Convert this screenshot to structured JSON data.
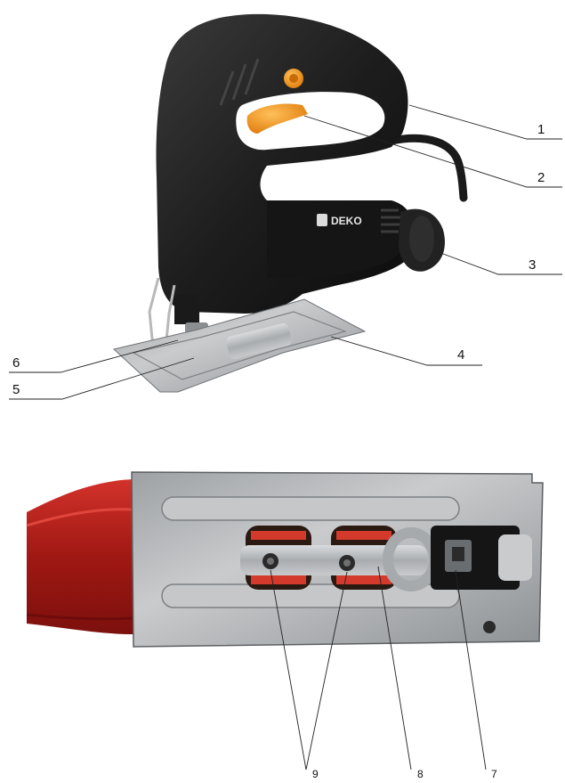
{
  "top_figure": {
    "product": "jigsaw",
    "brand_text": "DEKO",
    "callouts": [
      "1",
      "2",
      "3",
      "4",
      "5",
      "6"
    ]
  },
  "bottom_figure": {
    "subject": "base plate, underside view",
    "callouts": [
      "9",
      "8",
      "7"
    ]
  },
  "colors": {
    "body": "#1d1d1d",
    "accent_orange": "#f39a1e",
    "metal": "#b9bcbf",
    "red_housing": "#b3201b"
  }
}
